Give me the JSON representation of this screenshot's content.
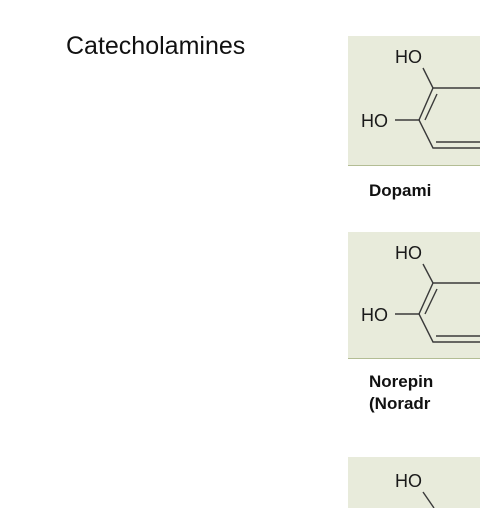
{
  "title": "Catecholamines",
  "molecules": [
    {
      "hydroxyl_top": "HO",
      "hydroxyl_left": "HO",
      "name": "Dopami"
    },
    {
      "hydroxyl_top": "HO",
      "hydroxyl_left": "HO",
      "name": "Norepin",
      "alt_name": "(Noradr"
    },
    {
      "hydroxyl_top": "HO"
    }
  ]
}
